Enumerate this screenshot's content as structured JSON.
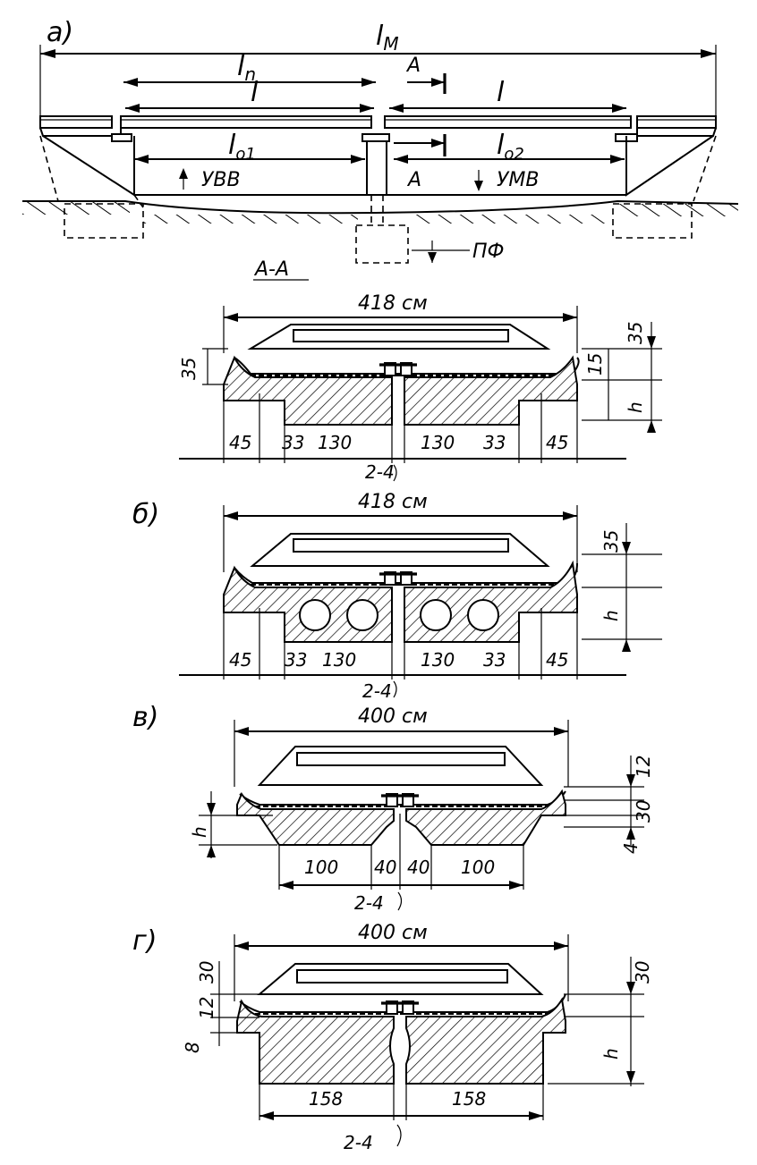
{
  "fig_a": {
    "label": "a)",
    "total_span": "l",
    "total_span_sub": "M",
    "span_full": "l",
    "span_full_sub": "n",
    "span_left": "l",
    "span_right": "l",
    "clear_left": "l",
    "clear_left_sub": "o1",
    "clear_right": "l",
    "clear_right_sub": "o2",
    "section_mark": "A",
    "section_mark_lower": "A",
    "water_high": "УВВ",
    "water_low": "УМВ",
    "foundation": "ПФ",
    "section_title": "А-А"
  },
  "fig_1": {
    "width": "418 см",
    "dim_35_left": "35",
    "dim_35_right": "35",
    "dim_15": "15",
    "dim_h": "h",
    "bottom": [
      "45",
      "33",
      "130",
      "130",
      "33",
      "45"
    ],
    "gap": "2-4"
  },
  "fig_b": {
    "label": "б)",
    "width": "418 см",
    "dim_35": "35",
    "dim_h": "h",
    "bottom": [
      "45",
      "33",
      "130",
      "130",
      "33",
      "45"
    ],
    "gap": "2-4"
  },
  "fig_v": {
    "label": "в)",
    "width": "400 см",
    "dim_12": "12",
    "dim_30": "30",
    "dim_4": "4",
    "dim_h": "h",
    "bottom": [
      "100",
      "40",
      "40",
      "100"
    ],
    "gap": "2-4"
  },
  "fig_g": {
    "label": "г)",
    "width": "400 см",
    "dim_30_left": "30",
    "dim_12": "12",
    "dim_8": "8",
    "dim_30_right": "30",
    "dim_h": "h",
    "bottom": [
      "158",
      "158"
    ],
    "gap": "2-4"
  }
}
